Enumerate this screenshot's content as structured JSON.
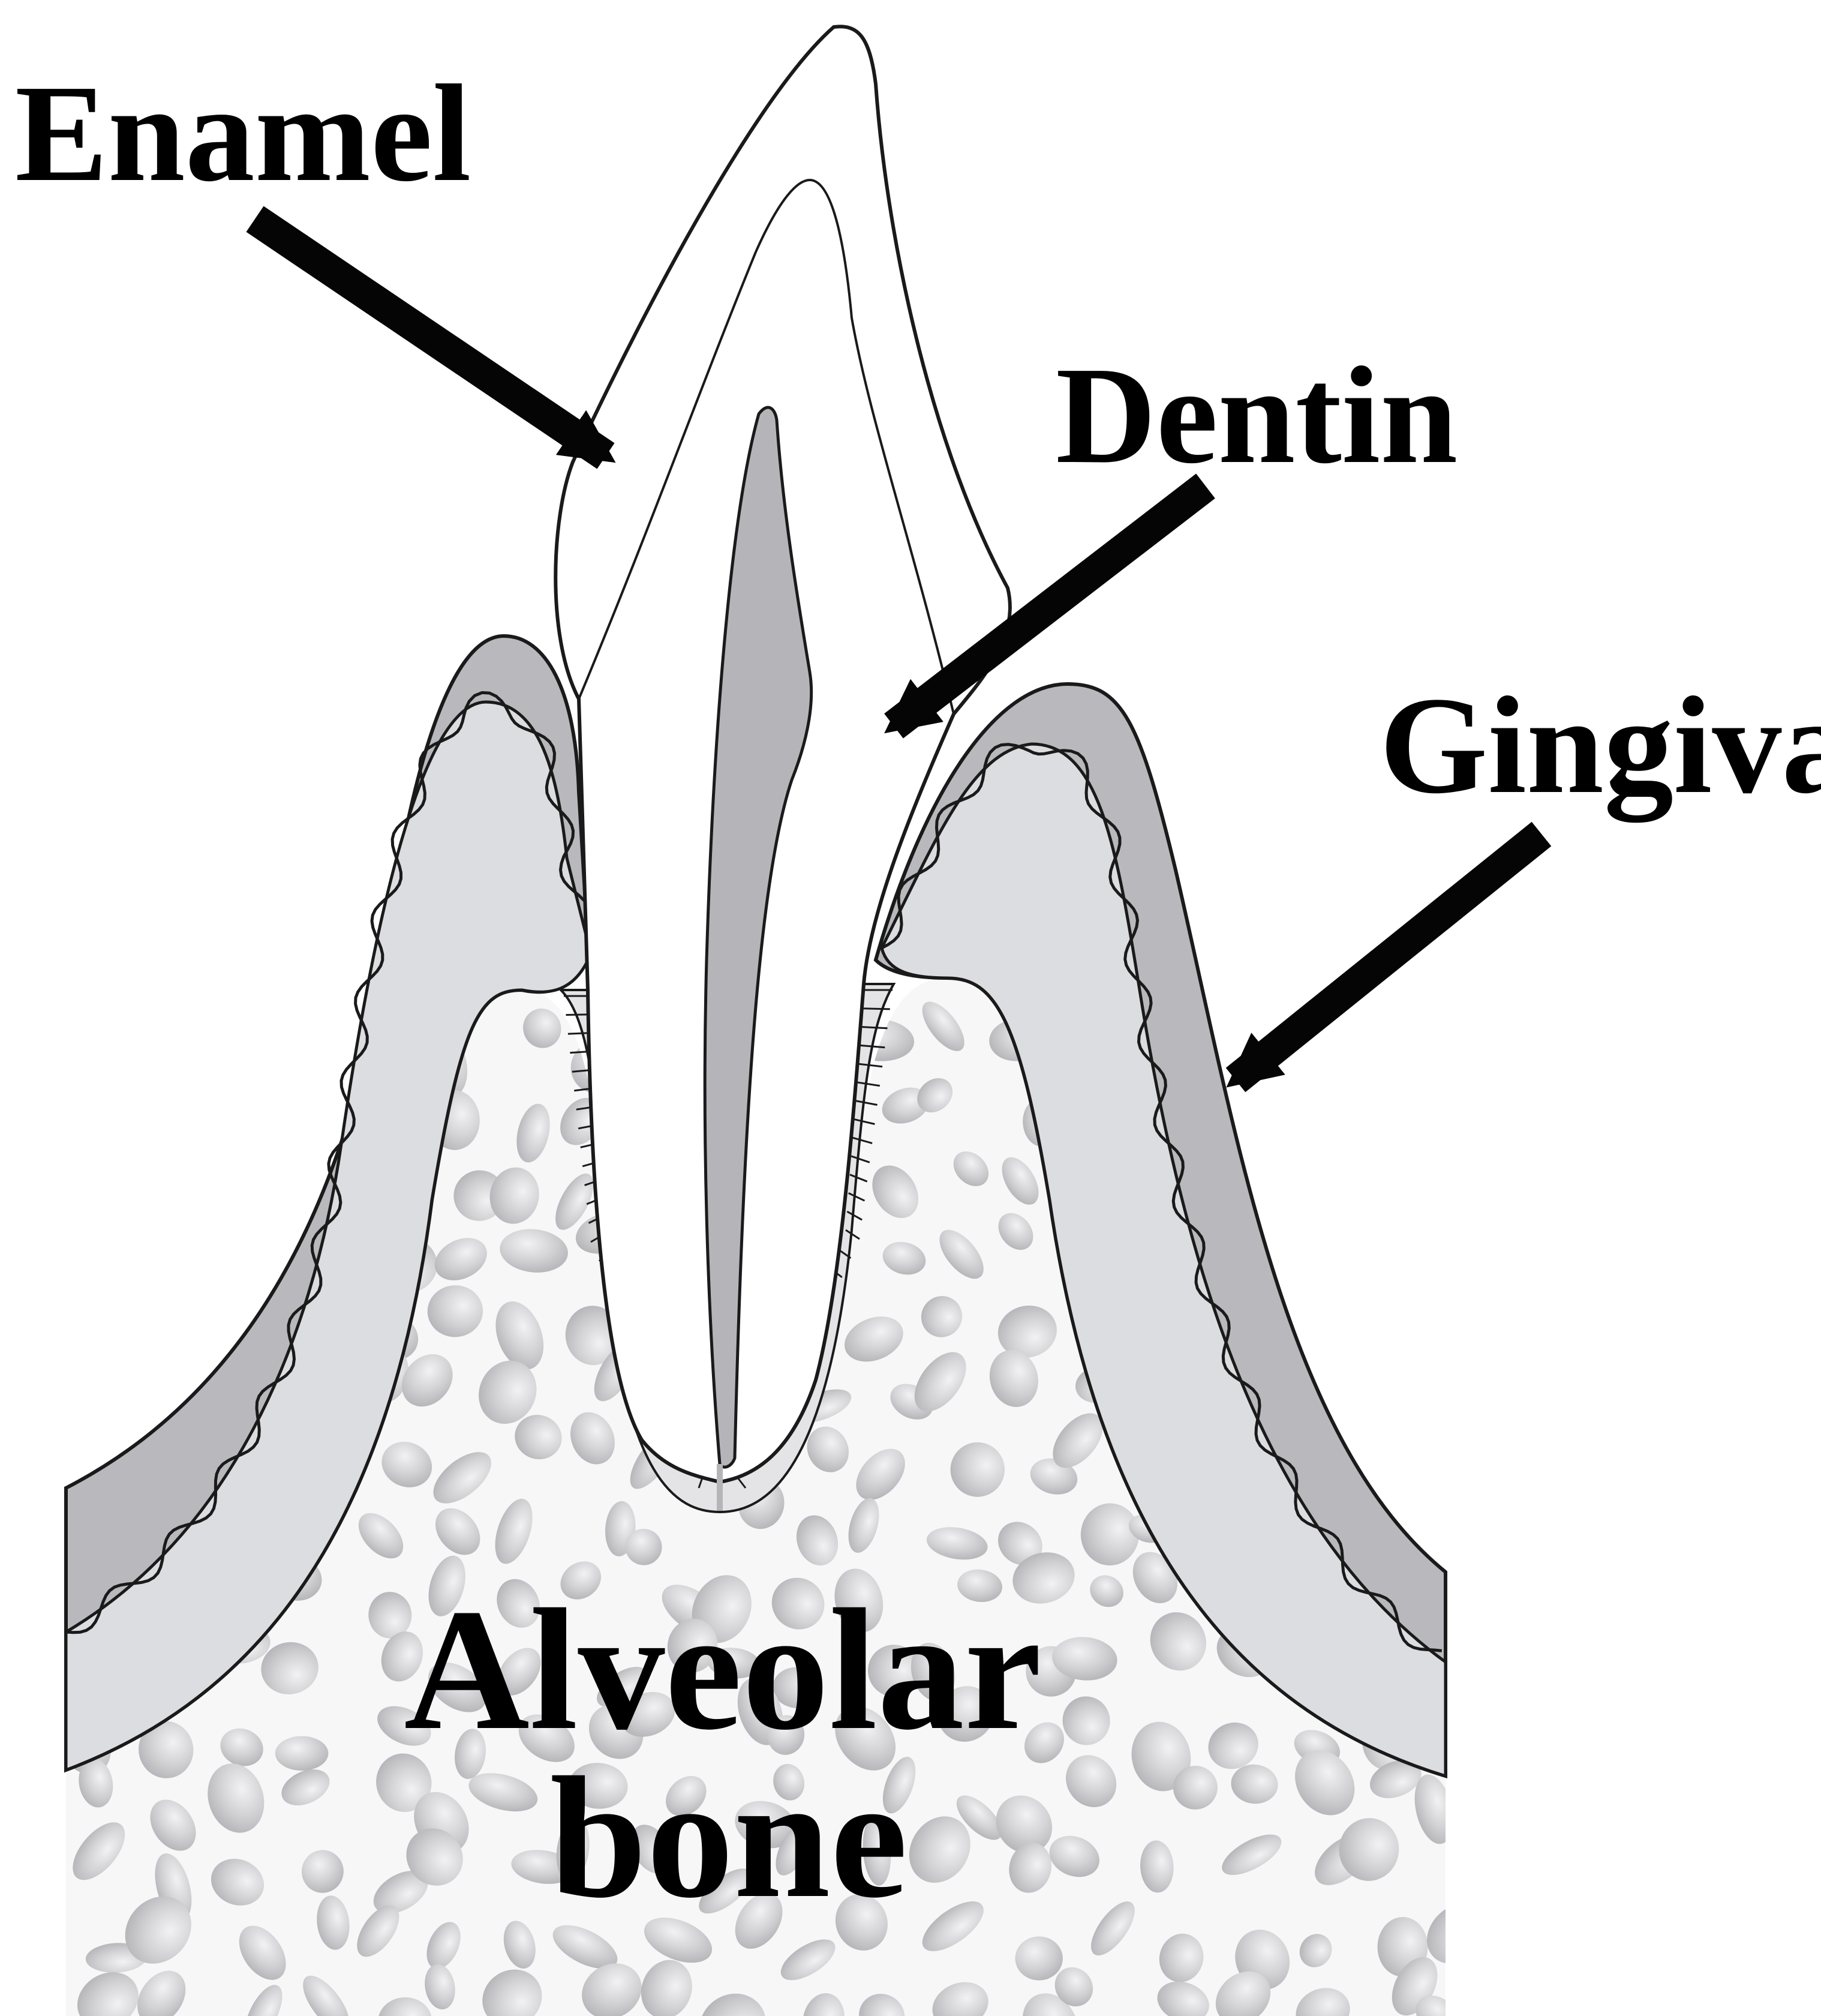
{
  "labels": {
    "enamel": "Enamel",
    "dentin": "Dentin",
    "gingiva": "Gingiva",
    "alveolar_line1": "Alveolar",
    "alveolar_line2": "bone"
  },
  "colors": {
    "background": "#ffffff",
    "outline": "#1a1a1a",
    "gingiva_outer": "#b9b9bd",
    "gingiva_inner": "#dcdde0",
    "pulp": "#b5b5b9",
    "bone_base": "#f7f7f8",
    "bone_pores": "#c9c9cc",
    "arrow": "#050505"
  },
  "icons": {
    "arrow": "thick-black-arrow",
    "ligament": "periodontal-ligament-hatching"
  }
}
